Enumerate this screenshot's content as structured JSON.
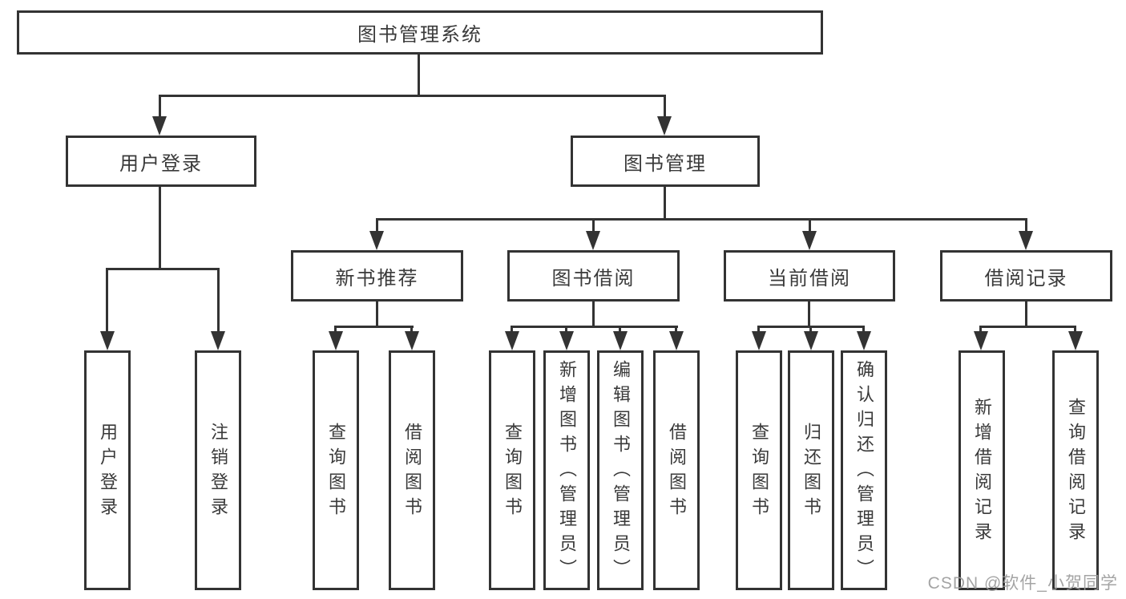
{
  "watermark": "CSDN @软件_小贺同学",
  "tree": {
    "root": "图书管理系统",
    "user_login": {
      "label": "用户登录",
      "children": [
        "用户登录",
        "注销登录"
      ]
    },
    "book_mgmt": {
      "label": "图书管理",
      "children": {
        "new_books": {
          "label": "新书推荐",
          "children": [
            "查询图书",
            "借阅图书"
          ]
        },
        "book_borrow": {
          "label": "图书借阅",
          "children": [
            "查询图书",
            "新增图书（管理员）",
            "编辑图书（管理员）",
            "借阅图书"
          ]
        },
        "current_borrow": {
          "label": "当前借阅",
          "children": [
            "查询图书",
            "归还图书",
            "确认归还（管理员）"
          ]
        },
        "borrow_records": {
          "label": "借阅记录",
          "children": [
            "新增借阅记录",
            "查询借阅记录"
          ]
        }
      }
    }
  },
  "colors": {
    "line": "#333333",
    "text": "#3a3a3a",
    "watermark": "#9b9b9b",
    "background": "#ffffff"
  }
}
